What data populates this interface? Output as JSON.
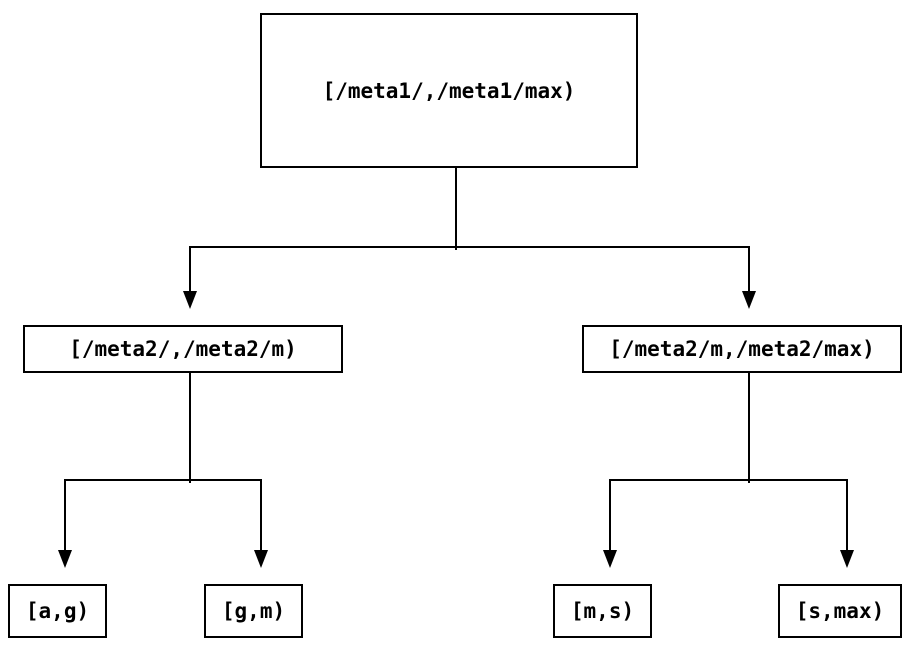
{
  "diagram": {
    "type": "binary-interval-partition-tree",
    "colors": {
      "background": "#ffffff",
      "line": "#000000",
      "box_border": "#000000",
      "text": "#000000"
    },
    "root": {
      "label": "[/meta1/,/meta1/max)"
    },
    "level2": {
      "left": {
        "label": "[/meta2/,/meta2/m)"
      },
      "right": {
        "label": "[/meta2/m,/meta2/max)"
      }
    },
    "leaves": {
      "ag": {
        "label": "[a,g)"
      },
      "gm": {
        "label": "[g,m)"
      },
      "ms": {
        "label": "[m,s)"
      },
      "smax": {
        "label": "[s,max)"
      }
    }
  }
}
